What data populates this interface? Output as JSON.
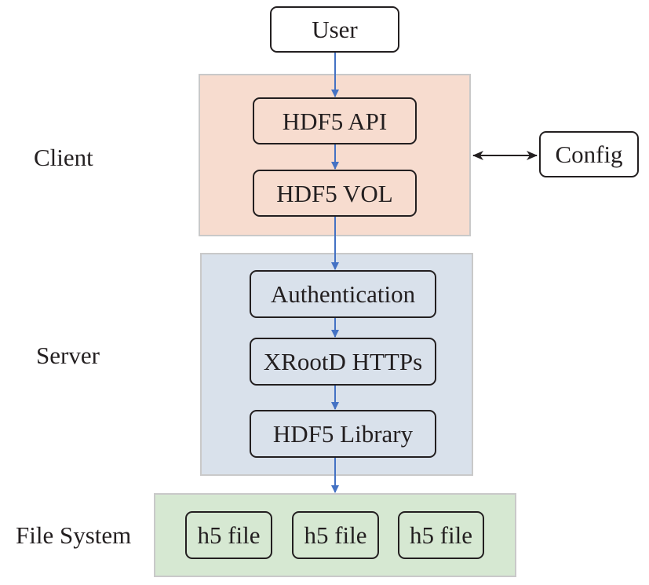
{
  "layers": {
    "client": "Client",
    "server": "Server",
    "file_system": "File System"
  },
  "nodes": {
    "user": "User",
    "config": "Config",
    "hdf5_api": "HDF5 API",
    "hdf5_vol": "HDF5 VOL",
    "authentication": "Authentication",
    "xrootd_https": "XRootD HTTPs",
    "hdf5_library": "HDF5 Library",
    "files": [
      "h5 file",
      "h5 file",
      "h5 file"
    ]
  },
  "colors": {
    "client_bg": "#f7dccf",
    "server_bg": "#d9e1eb",
    "file_system_bg": "#d6e8d2",
    "arrow": "#4472c4",
    "config_arrow": "#231f20",
    "panel_border": "#c9c9c9",
    "node_border": "#231f20"
  }
}
